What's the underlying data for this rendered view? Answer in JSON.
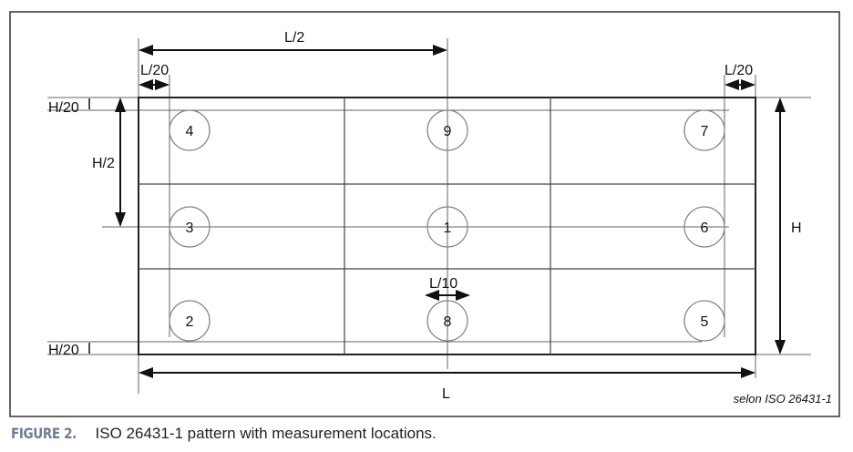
{
  "diagram": {
    "labels": {
      "half_length": "L/2",
      "l20_left": "L/20",
      "l20_right": "L/20",
      "h20_top": "H/20",
      "h20_bottom": "H/20",
      "half_height": "H/2",
      "height": "H",
      "length": "L",
      "l10": "L/10"
    },
    "points": [
      "4",
      "9",
      "7",
      "3",
      "1",
      "6",
      "2",
      "8",
      "5"
    ],
    "source": "selon ISO 26431-1"
  },
  "caption": {
    "figure_label": "FIGURE 2.",
    "text": "ISO 26431-1 pattern with measurement locations."
  }
}
